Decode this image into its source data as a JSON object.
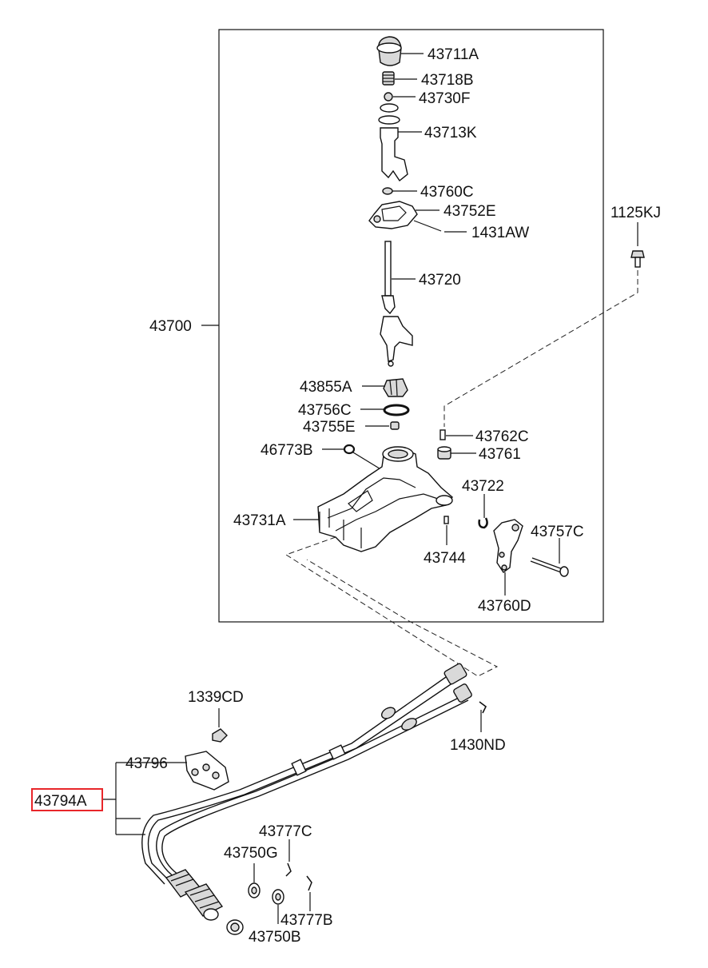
{
  "parts": {
    "p43711A": "43711A",
    "p43718B": "43718B",
    "p43730F": "43730F",
    "p43713K": "43713K",
    "p43760C": "43760C",
    "p43752E": "43752E",
    "p1431AW": "1431AW",
    "p43720": "43720",
    "p43700": "43700",
    "p1125KJ": "1125KJ",
    "p43855A": "43855A",
    "p43756C": "43756C",
    "p43755E": "43755E",
    "p43762C": "43762C",
    "p46773B": "46773B",
    "p43761": "43761",
    "p43722": "43722",
    "p43731A": "43731A",
    "p43757C": "43757C",
    "p43744": "43744",
    "p43760D": "43760D",
    "p1339CD": "1339CD",
    "p1430ND": "1430ND",
    "p43796": "43796",
    "p43794A": "43794A",
    "p43777C": "43777C",
    "p43750G": "43750G",
    "p43777B": "43777B",
    "p43750B": "43750B"
  },
  "highlight_color": "#e8262a"
}
